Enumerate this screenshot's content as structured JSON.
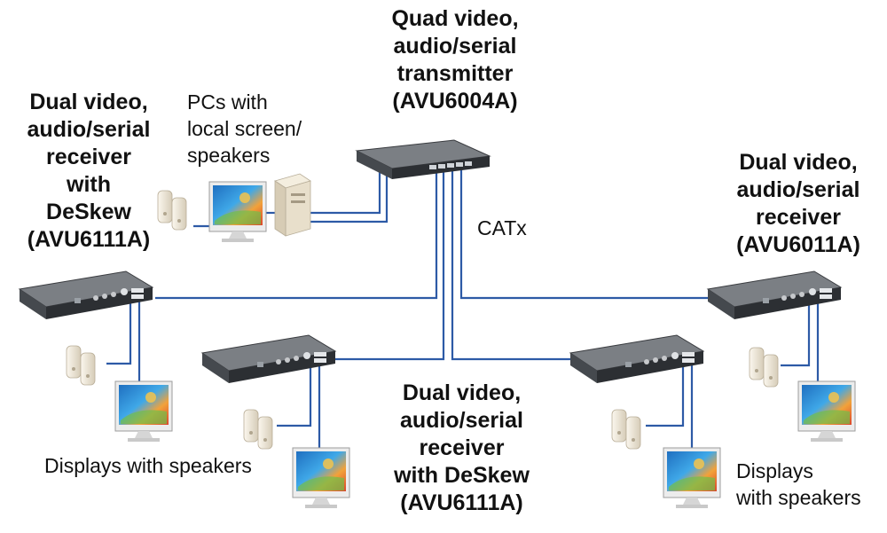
{
  "labels": {
    "transmitter": [
      "Quad video,",
      "audio/serial",
      "transmitter",
      "(AVU6004A)"
    ],
    "receiver_left": [
      "Dual video,",
      "audio/serial",
      "receiver",
      "with",
      "DeSkew",
      "(AVU6111A)"
    ],
    "receiver_right": [
      "Dual video,",
      "audio/serial",
      "receiver",
      "(AVU6011A)"
    ],
    "receiver_bottom": [
      "Dual video,",
      "audio/serial",
      "receiver",
      "with DeSkew",
      "(AVU6111A)"
    ],
    "pcs": [
      "PCs with",
      "local screen/",
      "speakers"
    ],
    "cable": "CATx",
    "displays_left": "Displays with speakers",
    "displays_right": [
      "Displays",
      "with speakers"
    ]
  },
  "colors": {
    "cable": "#2d5aa6",
    "device_top": "#6e7276",
    "device_front": "#2c2f33",
    "speaker": "#ece4d4",
    "monitor_bezel": "#e9e9e9"
  },
  "icons": [
    "transmitter-icon",
    "receiver-icon",
    "monitor-icon",
    "speaker-icon",
    "pc-tower-icon"
  ]
}
